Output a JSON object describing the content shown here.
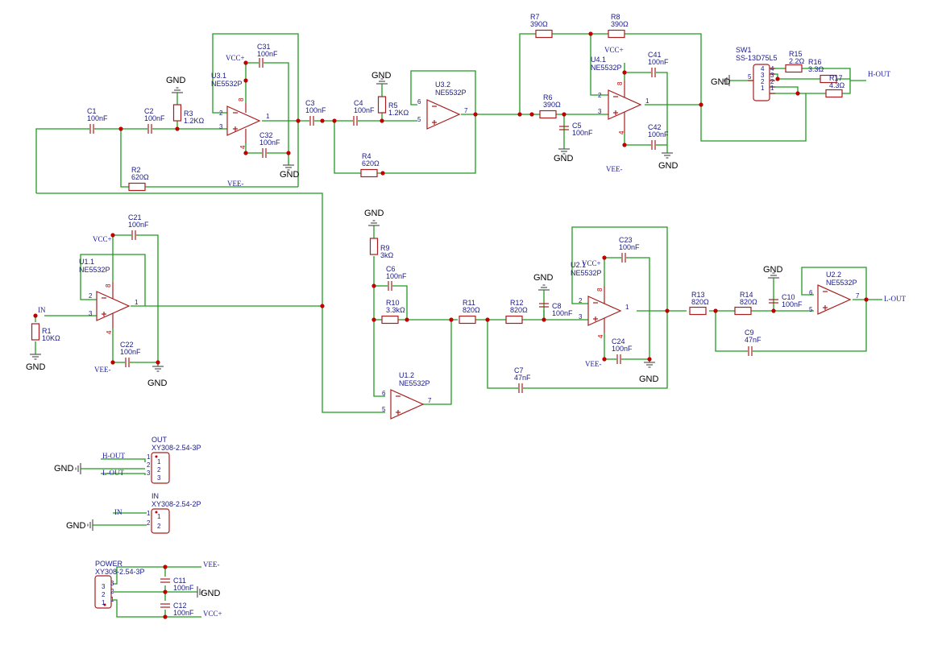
{
  "net": {
    "gnd": "GND",
    "vcc": "VCC+",
    "vee": "VEE-",
    "in": "IN",
    "hout": "H-OUT",
    "lout": "L-OUT"
  },
  "opamp_part": "NE5532P",
  "connector_part3": "XY308-2.54-3P",
  "connector_part2": "XY308-2.54-2P",
  "sw1": {
    "ref": "SW1",
    "part": "SS-13D75L5"
  },
  "connectors": {
    "out": "OUT",
    "in": "IN",
    "power": "POWER"
  },
  "opamps": {
    "u31": "U3.1",
    "u32": "U3.2",
    "u41": "U4.1",
    "u11": "U1.1",
    "u12": "U1.2",
    "u21": "U2.1",
    "u22": "U2.2"
  },
  "components": [
    {
      "ref": "C1",
      "value": "100nF"
    },
    {
      "ref": "C2",
      "value": "100nF"
    },
    {
      "ref": "R3",
      "value": "1.2KΩ"
    },
    {
      "ref": "C31",
      "value": "100nF"
    },
    {
      "ref": "C32",
      "value": "100nF"
    },
    {
      "ref": "R2",
      "value": "620Ω"
    },
    {
      "ref": "C3",
      "value": "100nF"
    },
    {
      "ref": "C4",
      "value": "100nF"
    },
    {
      "ref": "R5",
      "value": "1.2KΩ"
    },
    {
      "ref": "R4",
      "value": "620Ω"
    },
    {
      "ref": "R7",
      "value": "390Ω"
    },
    {
      "ref": "R8",
      "value": "390Ω"
    },
    {
      "ref": "R6",
      "value": "390Ω"
    },
    {
      "ref": "C5",
      "value": "100nF"
    },
    {
      "ref": "C41",
      "value": "100nF"
    },
    {
      "ref": "C42",
      "value": "100nF"
    },
    {
      "ref": "R15",
      "value": "2.2Ω"
    },
    {
      "ref": "R16",
      "value": "3.3Ω"
    },
    {
      "ref": "R17",
      "value": "4.3Ω"
    },
    {
      "ref": "C21",
      "value": "100nF"
    },
    {
      "ref": "R1",
      "value": "10KΩ"
    },
    {
      "ref": "C22",
      "value": "100nF"
    },
    {
      "ref": "R9",
      "value": "3kΩ"
    },
    {
      "ref": "C6",
      "value": "100nF"
    },
    {
      "ref": "R10",
      "value": "3.3kΩ"
    },
    {
      "ref": "R11",
      "value": "820Ω"
    },
    {
      "ref": "R12",
      "value": "820Ω"
    },
    {
      "ref": "C8",
      "value": "100nF"
    },
    {
      "ref": "C23",
      "value": "100nF"
    },
    {
      "ref": "C24",
      "value": "100nF"
    },
    {
      "ref": "C7",
      "value": "47nF"
    },
    {
      "ref": "R13",
      "value": "820Ω"
    },
    {
      "ref": "R14",
      "value": "820Ω"
    },
    {
      "ref": "C10",
      "value": "100nF"
    },
    {
      "ref": "C9",
      "value": "47nF"
    },
    {
      "ref": "C11",
      "value": "100nF"
    },
    {
      "ref": "C12",
      "value": "100nF"
    }
  ]
}
